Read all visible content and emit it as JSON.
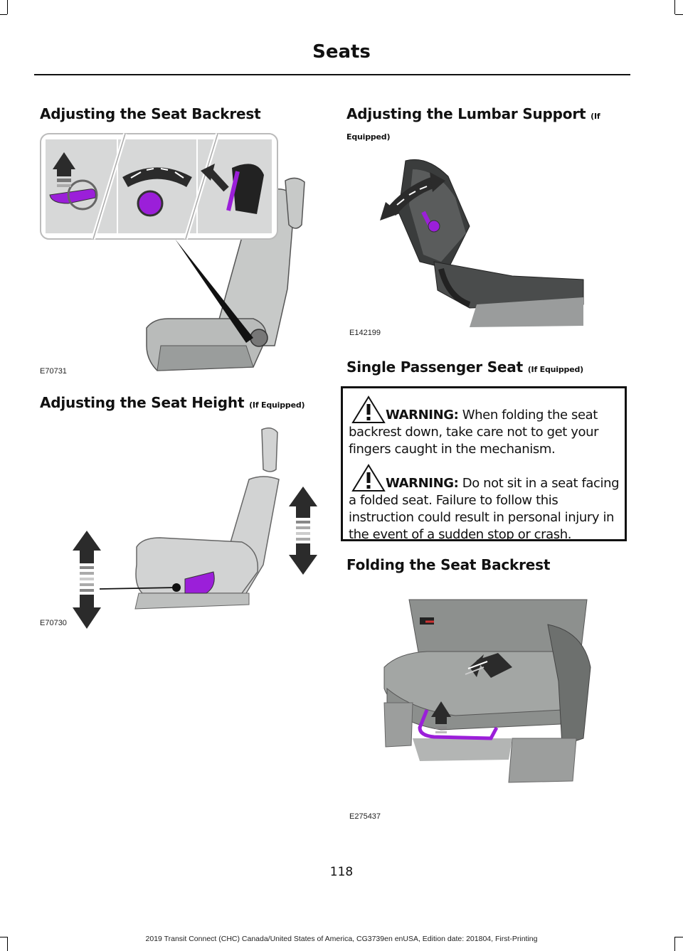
{
  "header": {
    "title": "Seats"
  },
  "left": {
    "backrest": {
      "heading": "Adjusting the Seat Backrest",
      "figure_id": "E70731",
      "illustration": "seat-backrest-recline-diagram"
    },
    "height": {
      "heading": "Adjusting the Seat Height",
      "heading_note": "(If Equipped)",
      "figure_id": "E70730",
      "illustration": "seat-height-adjust-diagram"
    }
  },
  "right": {
    "lumbar": {
      "heading": "Adjusting the Lumbar Support",
      "heading_note": "(If Equipped)",
      "figure_id": "E142199",
      "illustration": "lumbar-support-diagram"
    },
    "single_seat": {
      "heading": "Single Passenger Seat",
      "heading_note": "(If Equipped)"
    },
    "warnings": [
      {
        "icon": "warning-triangle-icon",
        "lead": "WARNING:",
        "text": "When folding the seat backrest down, take care not to get your fingers caught in the mechanism."
      },
      {
        "icon": "warning-triangle-icon",
        "lead": "WARNING:",
        "text": "Do not sit in a seat facing a folded seat. Failure to follow this instruction could result in personal injury in the event of a sudden stop or crash."
      }
    ],
    "folding": {
      "heading": "Folding the Seat Backrest",
      "figure_id": "E275437",
      "illustration": "fold-seat-backrest-diagram"
    }
  },
  "page_number": "118",
  "footer": "2019 Transit Connect (CHC) Canada/United States of America, CG3739en enUSA, Edition date: 201804, First-Printing",
  "colors": {
    "accent_purple": "#9b1fd9",
    "arrow_dark": "#2b2b2b",
    "seat_gray": "#c7c9c8",
    "seat_dark": "#8e9190"
  }
}
